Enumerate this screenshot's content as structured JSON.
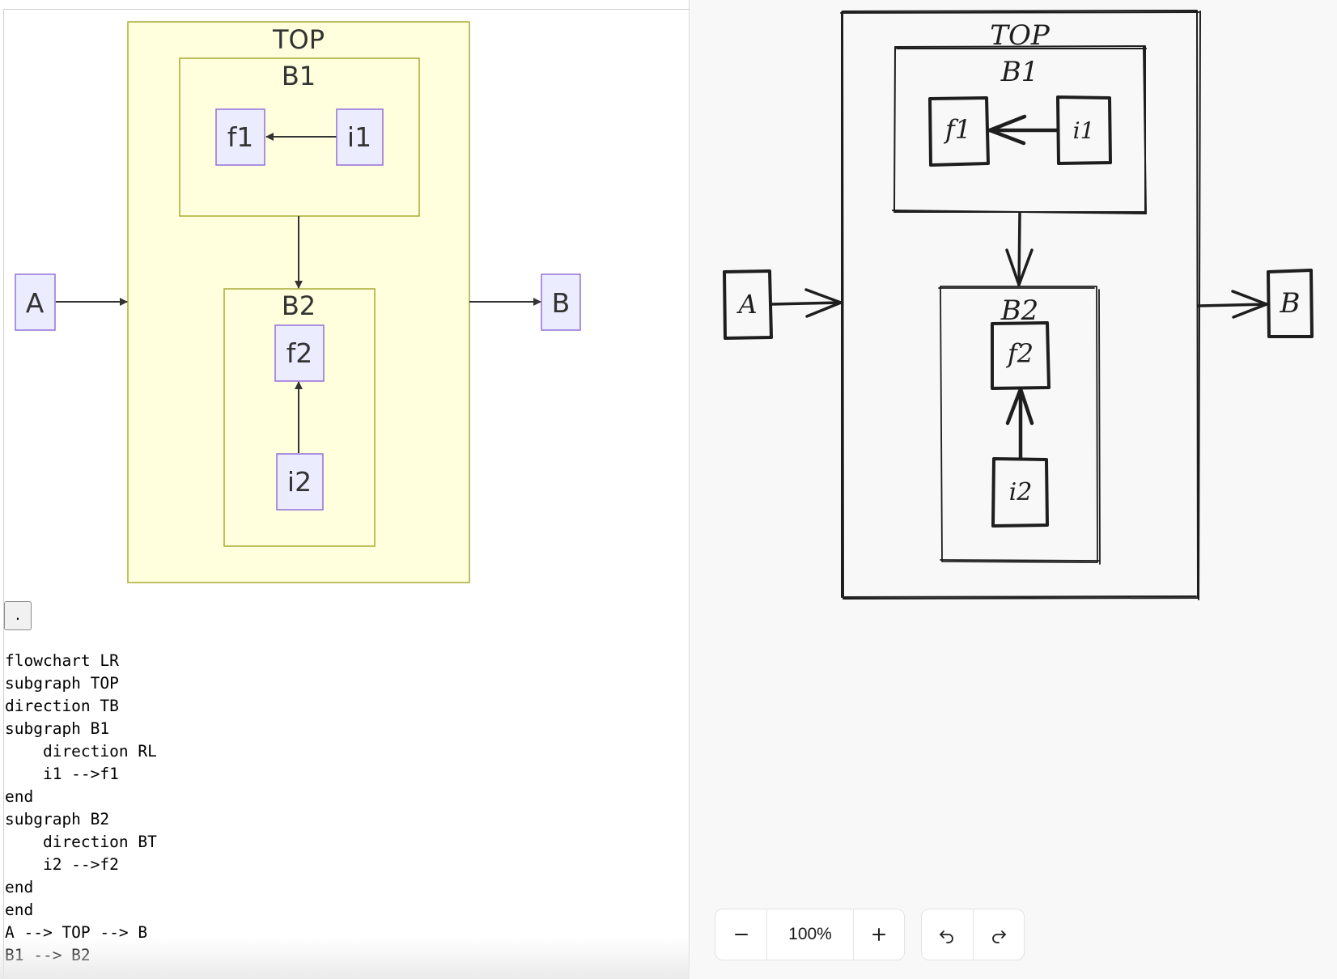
{
  "diagram": {
    "top_label": "TOP",
    "b1_label": "B1",
    "b2_label": "B2",
    "node_f1": "f1",
    "node_i1": "i1",
    "node_f2": "f2",
    "node_i2": "i2",
    "node_a": "A",
    "node_b": "B"
  },
  "render_button_label": ".",
  "source_code": "flowchart LR\nsubgraph TOP\ndirection TB\nsubgraph B1\n    direction RL\n    i1 -->f1\nend\nsubgraph B2\n    direction BT\n    i2 -->f2\nend\nend\nA --> TOP --> B\nB1 --> B2",
  "toolbar": {
    "zoom_out_icon": "minus-icon",
    "zoom_label": "100%",
    "zoom_in_icon": "plus-icon",
    "undo_icon": "undo-icon",
    "redo_icon": "redo-icon"
  },
  "colors": {
    "subgraph_fill": "#ffffde",
    "subgraph_stroke": "#aaaa33",
    "node_fill": "#ececff",
    "node_stroke": "#9370db",
    "edge": "#333333",
    "sketch_stroke": "#1e1e1e"
  }
}
